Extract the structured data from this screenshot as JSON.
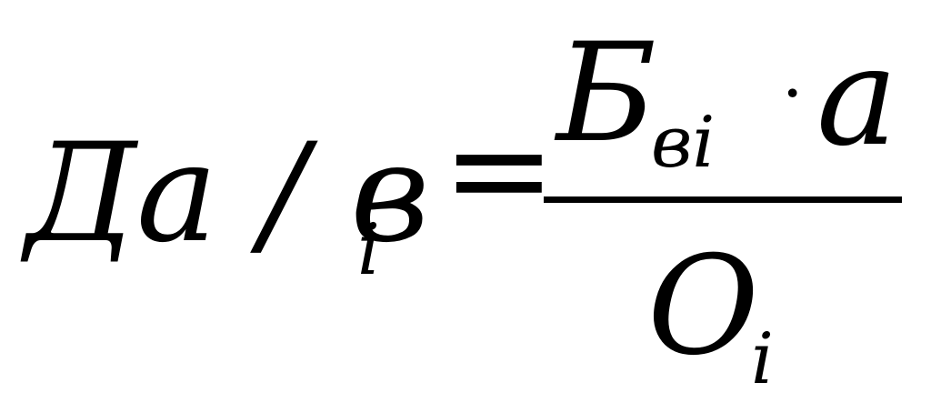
{
  "formula": {
    "lhs": {
      "main": "Да / в",
      "subscript": "i"
    },
    "equals": "=",
    "numerator": {
      "symbol": "Б",
      "subscript": "вi",
      "operator": "·",
      "factor": "a"
    },
    "denominator": {
      "symbol": "O",
      "subscript": "i"
    }
  }
}
